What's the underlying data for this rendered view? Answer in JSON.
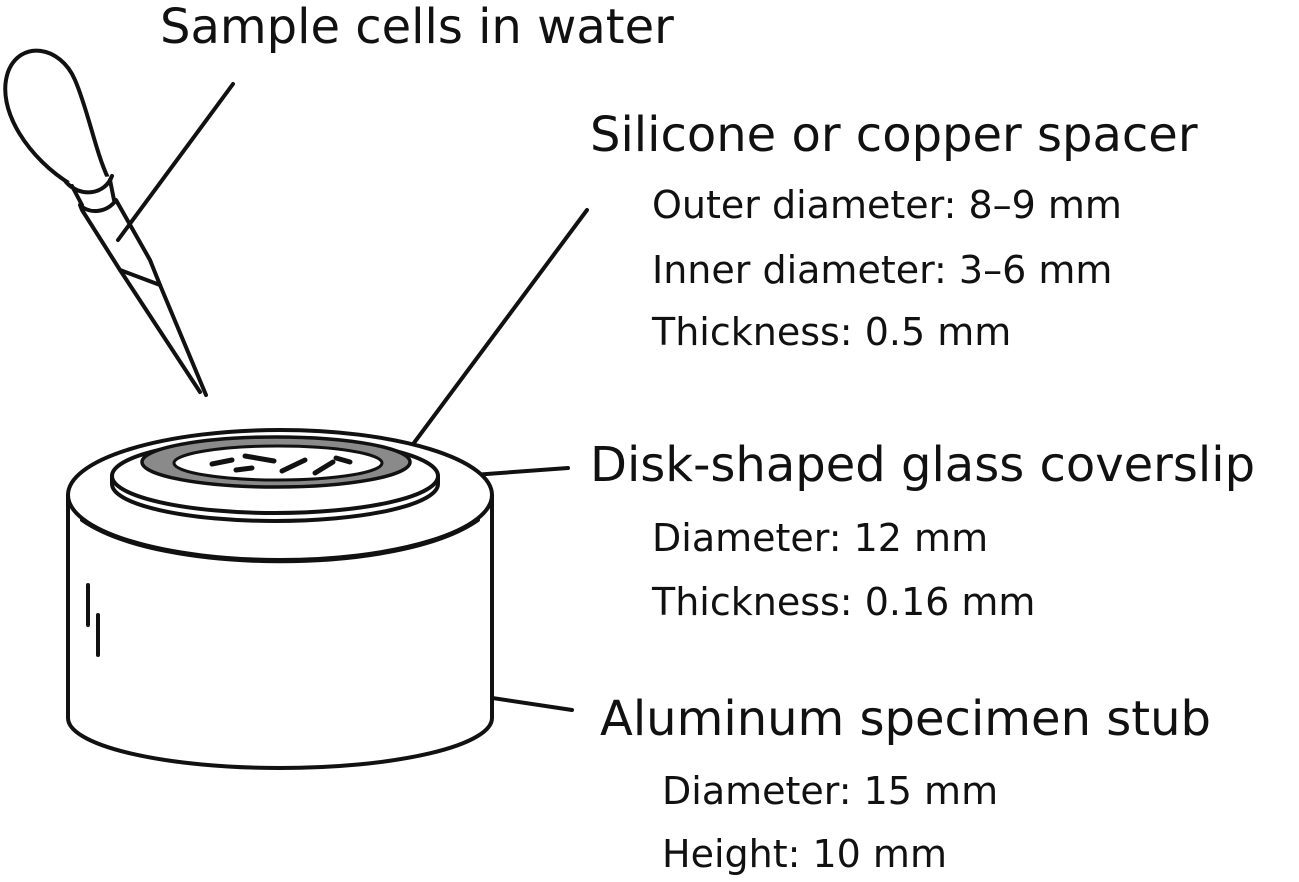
{
  "labels": {
    "sample": "Sample cells in water",
    "spacer": {
      "title": "Silicone or copper spacer",
      "specs": [
        "Outer diameter: 8–9 mm",
        "Inner diameter: 3–6 mm",
        "Thickness: 0.5 mm"
      ]
    },
    "coverslip": {
      "title": "Disk-shaped glass coverslip",
      "specs": [
        "Diameter: 12 mm",
        "Thickness: 0.16 mm"
      ]
    },
    "stub": {
      "title": "Aluminum specimen stub",
      "specs": [
        "Diameter: 15 mm",
        "Height: 10 mm"
      ]
    }
  },
  "colors": {
    "line": "#111111",
    "spacer_ring": "#8a8a8a",
    "background": "#ffffff"
  }
}
